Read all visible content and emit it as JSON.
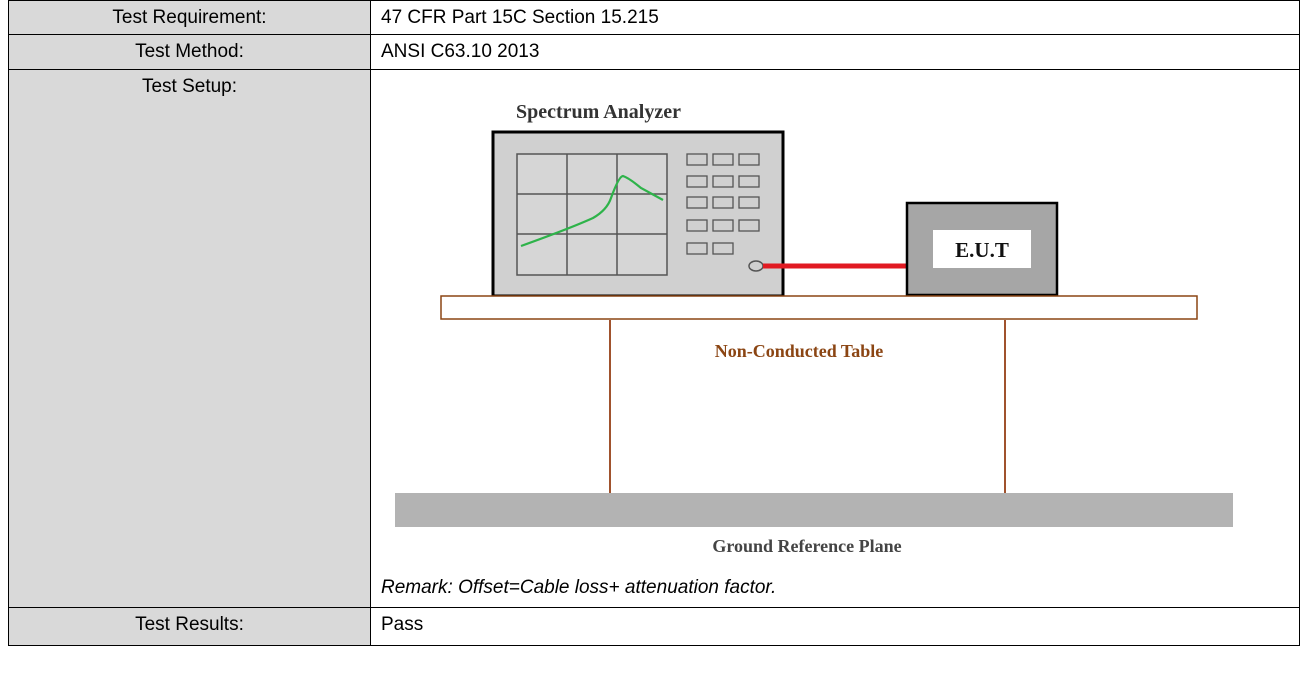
{
  "rows": [
    {
      "label": "Test Requirement:",
      "value": "47 CFR Part 15C Section 15.215"
    },
    {
      "label": "Test Method:",
      "value": "ANSI C63.10 2013"
    },
    {
      "label": "Test Setup:"
    },
    {
      "label": "Test Results:",
      "value": "Pass"
    }
  ],
  "diagram": {
    "analyzer_label": "Spectrum Analyzer",
    "eut_label": "E.U.T",
    "table_label": "Non-Conducted Table",
    "ground_label": "Ground Reference Plane",
    "colors": {
      "cable": "#e11a22",
      "trace": "#2eb34a",
      "table_legs": "#a0522d",
      "table_text": "#8b4513",
      "ground_plane": "#b3b3b3",
      "device_fill": "#c8c8c8",
      "eut_fill": "#a6a6a6"
    }
  },
  "remark": "Remark: Offset=Cable loss+ attenuation factor."
}
